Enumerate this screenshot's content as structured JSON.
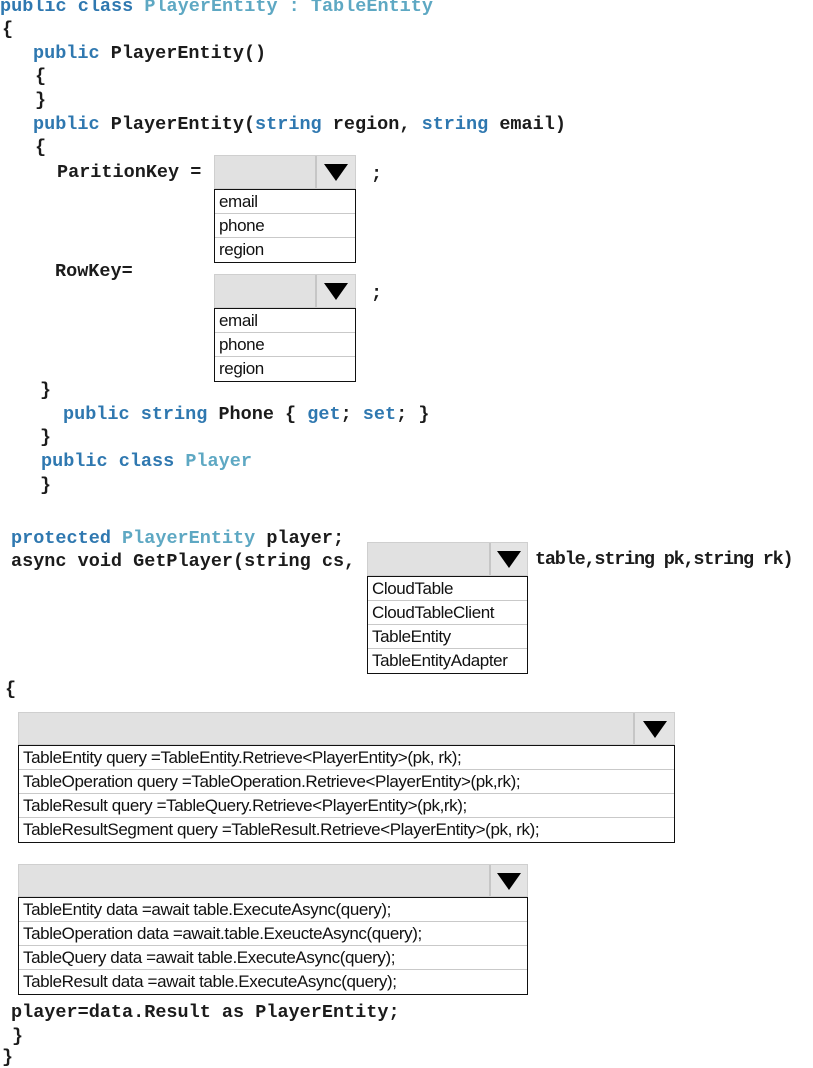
{
  "code": {
    "class_decl": {
      "kw": "public class ",
      "type": "PlayerEntity : TableEntity"
    },
    "open_brace": "{",
    "ctor1": {
      "kw": "public ",
      "rest": "PlayerEntity()"
    },
    "ctor1_open": "{",
    "ctor1_close": "}",
    "ctor2": {
      "kw": "public ",
      "name": "PlayerEntity(",
      "t1": "string",
      "p1": " region, ",
      "t2": "string",
      "p2": " email)"
    },
    "ctor2_open": "{",
    "partition_key_label": "ParitionKey =",
    "semicolon1": ";",
    "row_key_label": "RowKey=",
    "semicolon2": ";",
    "ctor2_close": "}",
    "phone_prop": {
      "kw1": "public ",
      "kw2": "string",
      "name": " Phone { ",
      "kw3": "get",
      "mid": "; ",
      "kw4": "set",
      "end": "; }"
    },
    "class_close": "}",
    "player_class": {
      "kw": "public class ",
      "type": "Player"
    },
    "player_close": "}",
    "protected_field": {
      "kw": "protected ",
      "type": "PlayerEntity",
      "rest": " player;"
    },
    "get_player_start": "async void GetPlayer(string cs,",
    "get_player_end": "table,string pk,string rk)",
    "method_open": "{",
    "result_line": "player=data.Result as PlayerEntity;",
    "method_close": "}",
    "final_close": "}"
  },
  "dropdowns": {
    "partition_key": {
      "selected": "",
      "options": [
        "email",
        "phone",
        "region"
      ]
    },
    "row_key": {
      "selected": "",
      "options": [
        "email",
        "phone",
        "region"
      ]
    },
    "table_type": {
      "selected": "",
      "options": [
        "CloudTable",
        "CloudTableClient",
        "TableEntity",
        "TableEntityAdapter"
      ]
    },
    "query": {
      "selected": "",
      "options": [
        "TableEntity query =TableEntity.Retrieve<PlayerEntity>(pk, rk);",
        "TableOperation query =TableOperation.Retrieve<PlayerEntity>(pk,rk);",
        "TableResult query =TableQuery.Retrieve<PlayerEntity>(pk,rk);",
        "TableResultSegment query =TableResult.Retrieve<PlayerEntity>(pk, rk);"
      ]
    },
    "execute": {
      "selected": "",
      "options": [
        "TableEntity data =await table.ExecuteAsync(query);",
        "TableOperation data =await.table.ExeucteAsync(query);",
        "TableQuery data =await table.ExecuteAsync(query);",
        "TableResult data =await table.ExecuteAsync(query);"
      ]
    }
  },
  "colors": {
    "keyword": "#2f78b0",
    "type": "#5ea8c3",
    "text": "#1b1b1b"
  }
}
